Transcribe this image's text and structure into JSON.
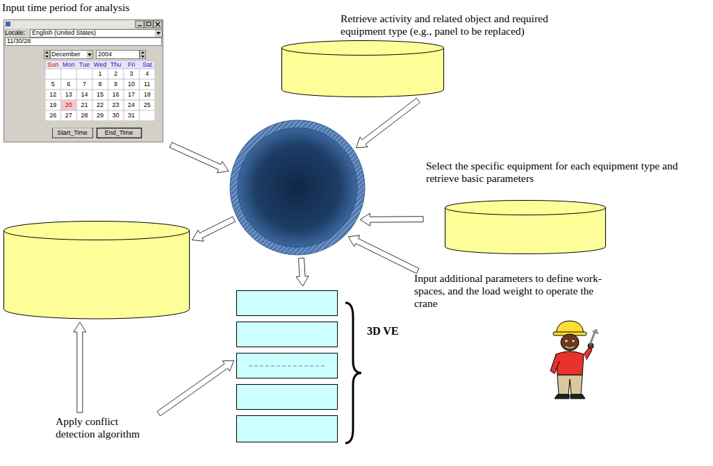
{
  "diagram": {
    "nodes": [
      {
        "text": [
          "Input time period for analysis"
        ]
      },
      {
        "text": [
          "Retrieve activity and related object and required equipment type (e.g., panel to be replaced)"
        ]
      },
      {
        "text": [
          "Select the specific equipment for each equipment type and retrieve basic parameters"
        ]
      },
      {
        "text": [
          "Input additional parameters to define work-spaces, and the load weight to operate the crane"
        ]
      },
      {
        "text": []
      },
      {
        "text": []
      },
      {
        "text": [
          "3D VE"
        ]
      },
      {
        "text": [
          "Apply conflict detection algorithm"
        ]
      }
    ],
    "edges": [
      {
        "from": 0,
        "to": 4,
        "arrow": "to"
      },
      {
        "from": 1,
        "to": 4,
        "arrow": "to"
      },
      {
        "from": 2,
        "to": 4,
        "arrow": "to"
      },
      {
        "from": 3,
        "to": 4,
        "arrow": "to"
      },
      {
        "from": 4,
        "to": 5,
        "arrow": "to"
      },
      {
        "from": 4,
        "to": 6,
        "arrow": "to"
      },
      {
        "from": 7,
        "to": 5,
        "arrow": "to"
      },
      {
        "from": 7,
        "to": 6,
        "arrow": "to"
      }
    ],
    "labels": [
      "Locale:",
      "English (United States)",
      "11/30/28",
      "December",
      "2004",
      "Sun",
      "Mon",
      "Tue",
      "Wed",
      "Thu",
      "Fri",
      "Sat",
      "1",
      "2",
      "3",
      "4",
      "5",
      "6",
      "7",
      "8",
      "9",
      "10",
      "11",
      "12",
      "13",
      "14",
      "15",
      "16",
      "17",
      "18",
      "19",
      "20",
      "21",
      "22",
      "23",
      "24",
      "25",
      "26",
      "27",
      "28",
      "29",
      "30",
      "31",
      "Start_Time",
      "End_Time"
    ]
  }
}
